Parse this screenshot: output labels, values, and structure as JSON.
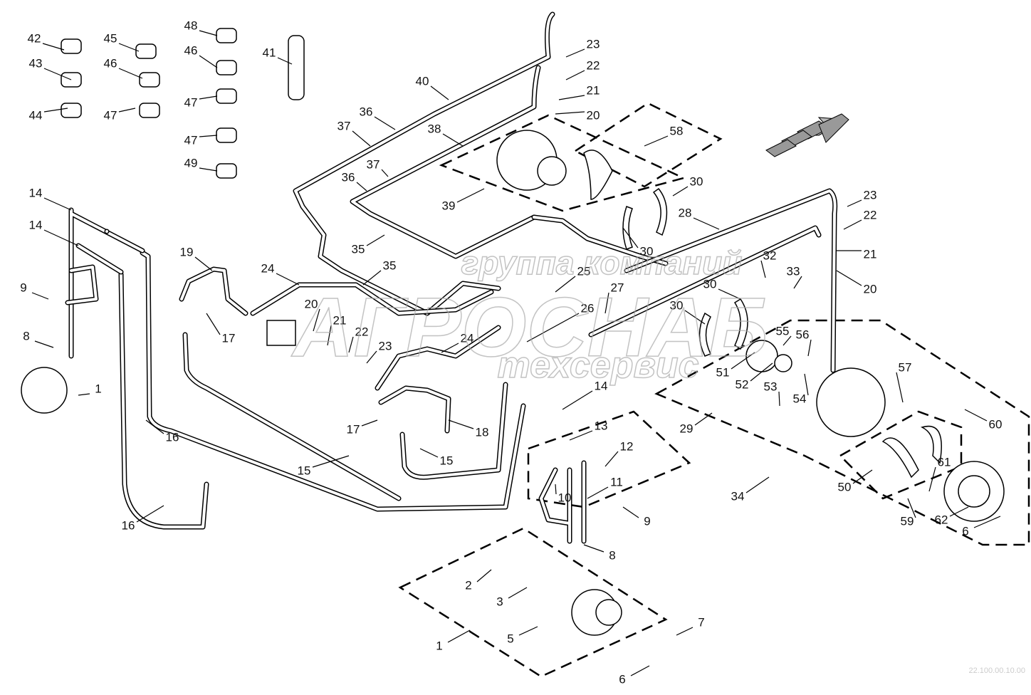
{
  "diagram": {
    "callouts": [
      "42",
      "43",
      "44",
      "45",
      "46",
      "47",
      "48",
      "46",
      "47",
      "47",
      "49",
      "41",
      "40",
      "37",
      "36",
      "38",
      "37",
      "36",
      "23",
      "22",
      "21",
      "20",
      "58",
      "39",
      "30",
      "28",
      "23",
      "22",
      "21",
      "20",
      "14",
      "14",
      "9",
      "8",
      "1",
      "19",
      "35",
      "35",
      "25",
      "30",
      "32",
      "33",
      "24",
      "20",
      "21",
      "22",
      "23",
      "17",
      "24",
      "26",
      "27",
      "30",
      "30",
      "55",
      "56",
      "51",
      "52",
      "53",
      "54",
      "57",
      "60",
      "29",
      "14",
      "13",
      "12",
      "11",
      "10",
      "9",
      "8",
      "18",
      "17",
      "15",
      "15",
      "16",
      "16",
      "34",
      "50",
      "61",
      "59",
      "62",
      "6",
      "2",
      "3",
      "5",
      "7",
      "1",
      "6"
    ],
    "watermark": {
      "line1": "группа компаний",
      "line2": "АГРОСНАБ",
      "line3": "техсервис"
    },
    "drawing_code": "22.100.00.10.00"
  }
}
